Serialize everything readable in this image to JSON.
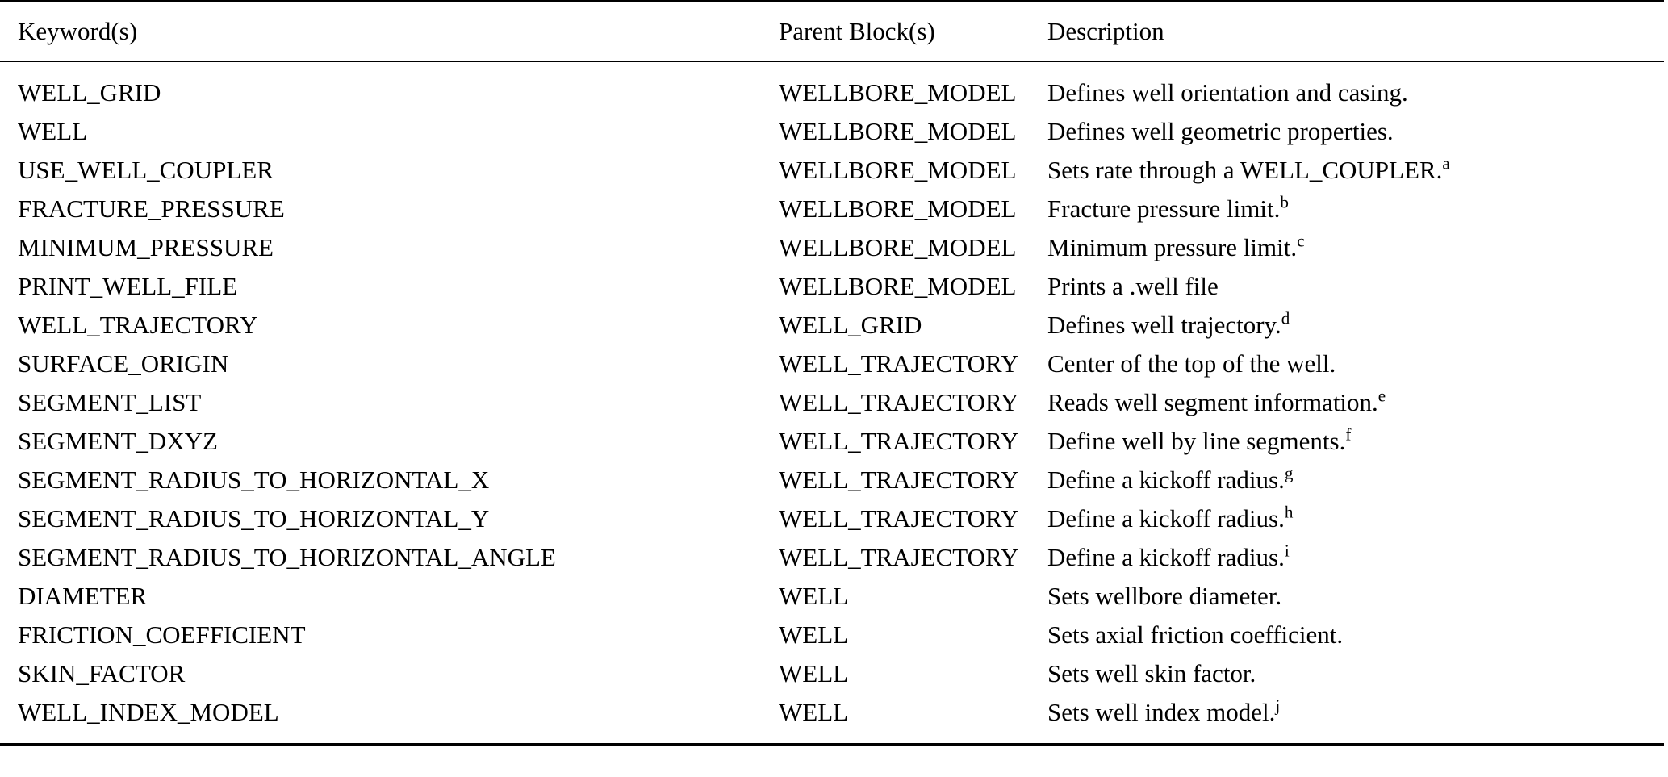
{
  "table": {
    "columns": [
      {
        "key": "keyword",
        "label": "Keyword(s)"
      },
      {
        "key": "parent",
        "label": "Parent Block(s)"
      },
      {
        "key": "description",
        "label": "Description"
      }
    ],
    "rows": [
      {
        "keyword": "WELL_GRID",
        "parent": "WELLBORE_MODEL",
        "description": "Defines well orientation and casing.",
        "note": ""
      },
      {
        "keyword": "WELL",
        "parent": "WELLBORE_MODEL",
        "description": "Defines well geometric properties.",
        "note": ""
      },
      {
        "keyword": "USE_WELL_COUPLER",
        "parent": "WELLBORE_MODEL",
        "description": "Sets rate through a WELL_COUPLER.",
        "note": "a"
      },
      {
        "keyword": "FRACTURE_PRESSURE",
        "parent": "WELLBORE_MODEL",
        "description": "Fracture pressure limit.",
        "note": "b"
      },
      {
        "keyword": "MINIMUM_PRESSURE",
        "parent": "WELLBORE_MODEL",
        "description": "Minimum pressure limit.",
        "note": "c"
      },
      {
        "keyword": "PRINT_WELL_FILE",
        "parent": "WELLBORE_MODEL",
        "description": "Prints a .well file",
        "note": ""
      },
      {
        "keyword": "WELL_TRAJECTORY",
        "parent": "WELL_GRID",
        "description": "Defines well trajectory.",
        "note": "d"
      },
      {
        "keyword": "SURFACE_ORIGIN",
        "parent": "WELL_TRAJECTORY",
        "description": "Center of the top of the well.",
        "note": ""
      },
      {
        "keyword": "SEGMENT_LIST",
        "parent": "WELL_TRAJECTORY",
        "description": "Reads well segment information.",
        "note": "e"
      },
      {
        "keyword": "SEGMENT_DXYZ",
        "parent": "WELL_TRAJECTORY",
        "description": "Define well by line segments.",
        "note": "f"
      },
      {
        "keyword": "SEGMENT_RADIUS_TO_HORIZONTAL_X",
        "parent": "WELL_TRAJECTORY",
        "description": "Define a kickoff radius.",
        "note": "g"
      },
      {
        "keyword": "SEGMENT_RADIUS_TO_HORIZONTAL_Y",
        "parent": "WELL_TRAJECTORY",
        "description": "Define a kickoff radius.",
        "note": "h"
      },
      {
        "keyword": "SEGMENT_RADIUS_TO_HORIZONTAL_ANGLE",
        "parent": "WELL_TRAJECTORY",
        "description": "Define a kickoff radius.",
        "note": "i"
      },
      {
        "keyword": "DIAMETER",
        "parent": "WELL",
        "description": "Sets wellbore diameter.",
        "note": ""
      },
      {
        "keyword": "FRICTION_COEFFICIENT",
        "parent": "WELL",
        "description": "Sets axial friction coefficient.",
        "note": ""
      },
      {
        "keyword": "SKIN_FACTOR",
        "parent": "WELL",
        "description": "Sets well skin factor.",
        "note": ""
      },
      {
        "keyword": "WELL_INDEX_MODEL",
        "parent": "WELL",
        "description": "Sets well index model.",
        "note": "j"
      }
    ]
  },
  "style": {
    "text_color": "#000000",
    "background_color": "#ffffff",
    "rule_color": "#000000"
  }
}
